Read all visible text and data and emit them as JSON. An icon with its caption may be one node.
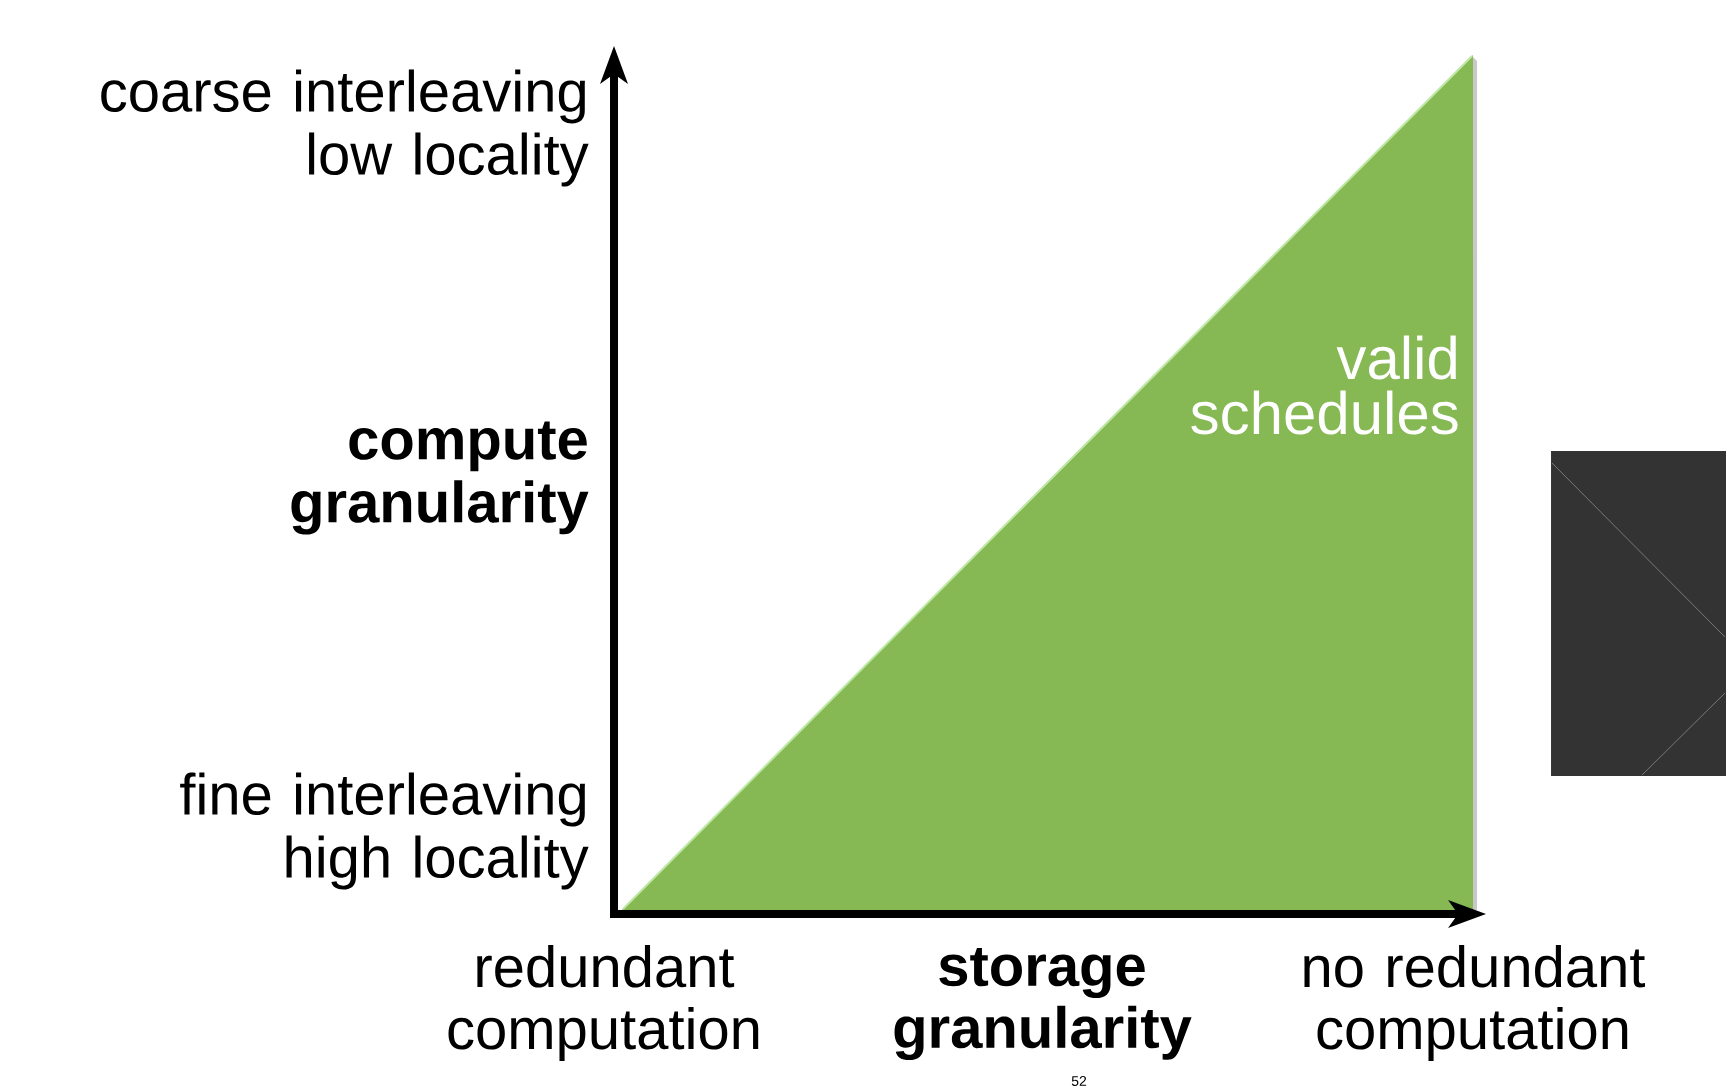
{
  "diagram": {
    "nodes": [
      {
        "text": [
          "valid schedules"
        ]
      }
    ],
    "labels": [
      "coarse interleaving low locality",
      "compute granularity",
      "fine interleaving high locality",
      "redundant computation",
      "storage granularity",
      "no redundant computation",
      "52"
    ]
  }
}
